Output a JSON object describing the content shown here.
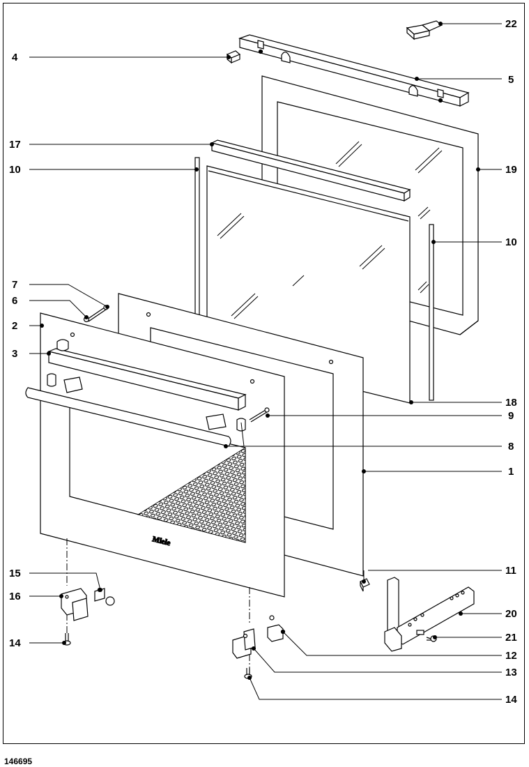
{
  "diagram_id": "146695",
  "logo_text": "Miele",
  "callouts": [
    {
      "num": "22"
    },
    {
      "num": "4"
    },
    {
      "num": "5"
    },
    {
      "num": "17"
    },
    {
      "num": "10"
    },
    {
      "num": "19"
    },
    {
      "num": "10"
    },
    {
      "num": "7"
    },
    {
      "num": "6"
    },
    {
      "num": "2"
    },
    {
      "num": "3"
    },
    {
      "num": "18"
    },
    {
      "num": "9"
    },
    {
      "num": "8"
    },
    {
      "num": "1"
    },
    {
      "num": "11"
    },
    {
      "num": "15"
    },
    {
      "num": "16"
    },
    {
      "num": "20"
    },
    {
      "num": "14"
    },
    {
      "num": "21"
    },
    {
      "num": "12"
    },
    {
      "num": "13"
    },
    {
      "num": "14"
    }
  ]
}
